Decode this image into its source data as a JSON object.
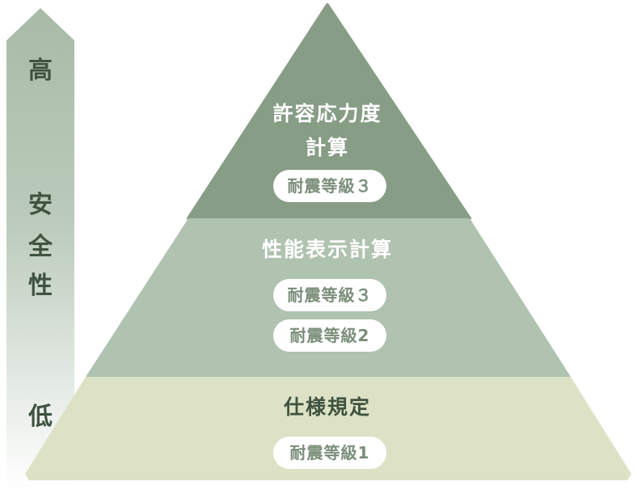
{
  "axis": {
    "high": "高",
    "label_chars": [
      "安",
      "全",
      "性"
    ],
    "low": "低"
  },
  "tiers": [
    {
      "title_line1": "許容応力度",
      "title_line2": "計算",
      "badges": [
        "耐震等級３"
      ]
    },
    {
      "title": "性能表示計算",
      "badges": [
        "耐震等級３",
        "耐震等級2"
      ]
    },
    {
      "title": "仕様規定",
      "badges": [
        "耐震等級1"
      ]
    }
  ],
  "colors": {
    "tier_top": "#879d86",
    "tier_middle": "#b0c2b0",
    "tier_bottom": "#dde2c6",
    "text_dark": "#3f5340"
  }
}
